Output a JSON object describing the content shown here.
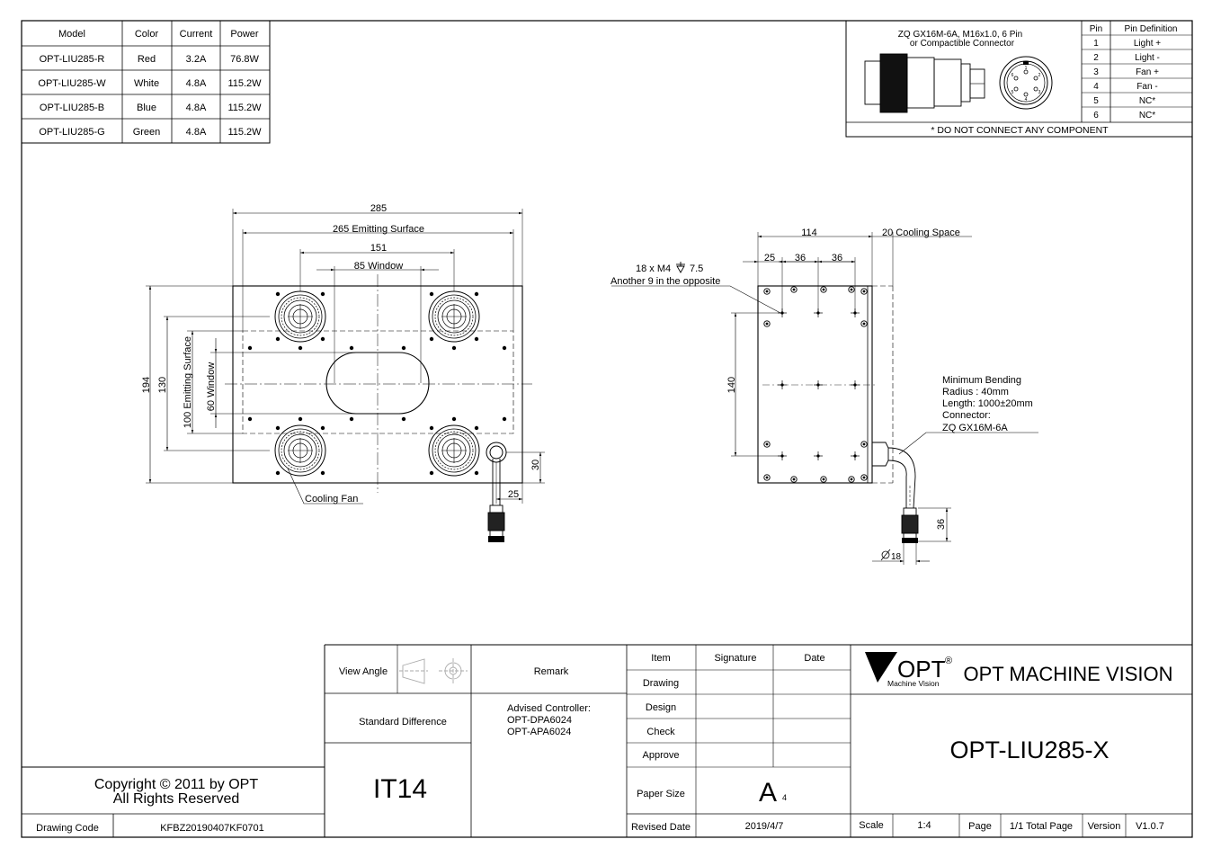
{
  "models_table": {
    "headers": [
      "Model",
      "Color",
      "Current",
      "Power"
    ],
    "rows": [
      [
        "OPT-LIU285-R",
        "Red",
        "3.2A",
        "76.8W"
      ],
      [
        "OPT-LIU285-W",
        "White",
        "4.8A",
        "115.2W"
      ],
      [
        "OPT-LIU285-B",
        "Blue",
        "4.8A",
        "115.2W"
      ],
      [
        "OPT-LIU285-G",
        "Green",
        "4.8A",
        "115.2W"
      ]
    ]
  },
  "connector": {
    "title_line1": "ZQ GX16M-6A, M16x1.0, 6 Pin",
    "title_line2": "or Compactible Connector",
    "pin_header": "Pin",
    "def_header": "Pin Definition",
    "pins": [
      [
        "1",
        "Light +"
      ],
      [
        "2",
        "Light -"
      ],
      [
        "3",
        "Fan +"
      ],
      [
        "4",
        "Fan -"
      ],
      [
        "5",
        "NC*"
      ],
      [
        "6",
        "NC*"
      ]
    ],
    "pin_numbers": [
      "1",
      "2",
      "3",
      "4",
      "5",
      "6"
    ],
    "note": "* DO NOT CONNECT ANY COMPONENT"
  },
  "front_view": {
    "dim_285": "285",
    "dim_265": "265 Emitting Surface",
    "dim_151": "151",
    "dim_85": "85 Window",
    "dim_194": "194",
    "dim_130": "130",
    "dim_100": "100 Emitting Surface",
    "dim_60": "60 Window",
    "dim_30": "30",
    "dim_25": "25",
    "fan_label": "Cooling Fan"
  },
  "side_view": {
    "dim_114": "114",
    "dim_20": "20 Cooling Space",
    "dim_25": "25",
    "dim_36a": "36",
    "dim_36b": "36",
    "holes_line1": "18 x M4",
    "holes_depth": "7.5",
    "holes_line2": "Another 9 in the opposite",
    "dim_140": "140",
    "cable_line1": "Minimum Bending",
    "cable_line2": "Radius : 40mm",
    "cable_line3": "Length: 1000±20mm",
    "cable_line4": "Connector:",
    "cable_line5": "ZQ GX16M-6A",
    "dim_36": "36",
    "dim_18": "18"
  },
  "title_block": {
    "view_angle": "View Angle",
    "remark": "Remark",
    "standard_difference": "Standard Difference",
    "advised_line1": "Advised Controller:",
    "advised_line2": "OPT-DPA6024",
    "advised_line3": "OPT-APA6024",
    "tolerance": "IT14",
    "item": "Item",
    "signature": "Signature",
    "date": "Date",
    "drawing": "Drawing",
    "design": "Design",
    "check": "Check",
    "approve": "Approve",
    "paper_size_label": "Paper Size",
    "paper_size": "A",
    "paper_size_sub": "4",
    "revised_date_label": "Revised Date",
    "revised_date": "2019/4/7",
    "logo_text": "OPT",
    "logo_reg": "®",
    "logo_sub": "Machine Vision",
    "company": "OPT MACHINE VISION",
    "part_number": "OPT-LIU285-X",
    "scale_label": "Scale",
    "scale": "1:4",
    "page_label": "Page",
    "page": "1/1 Total Page",
    "version_label": "Version",
    "version": "V1.0.7",
    "copyright_line1": "Copyright © 2011 by OPT",
    "copyright_line2": "All Rights Reserved",
    "drawing_code_label": "Drawing Code",
    "drawing_code": "KFBZ20190407KF0701"
  }
}
